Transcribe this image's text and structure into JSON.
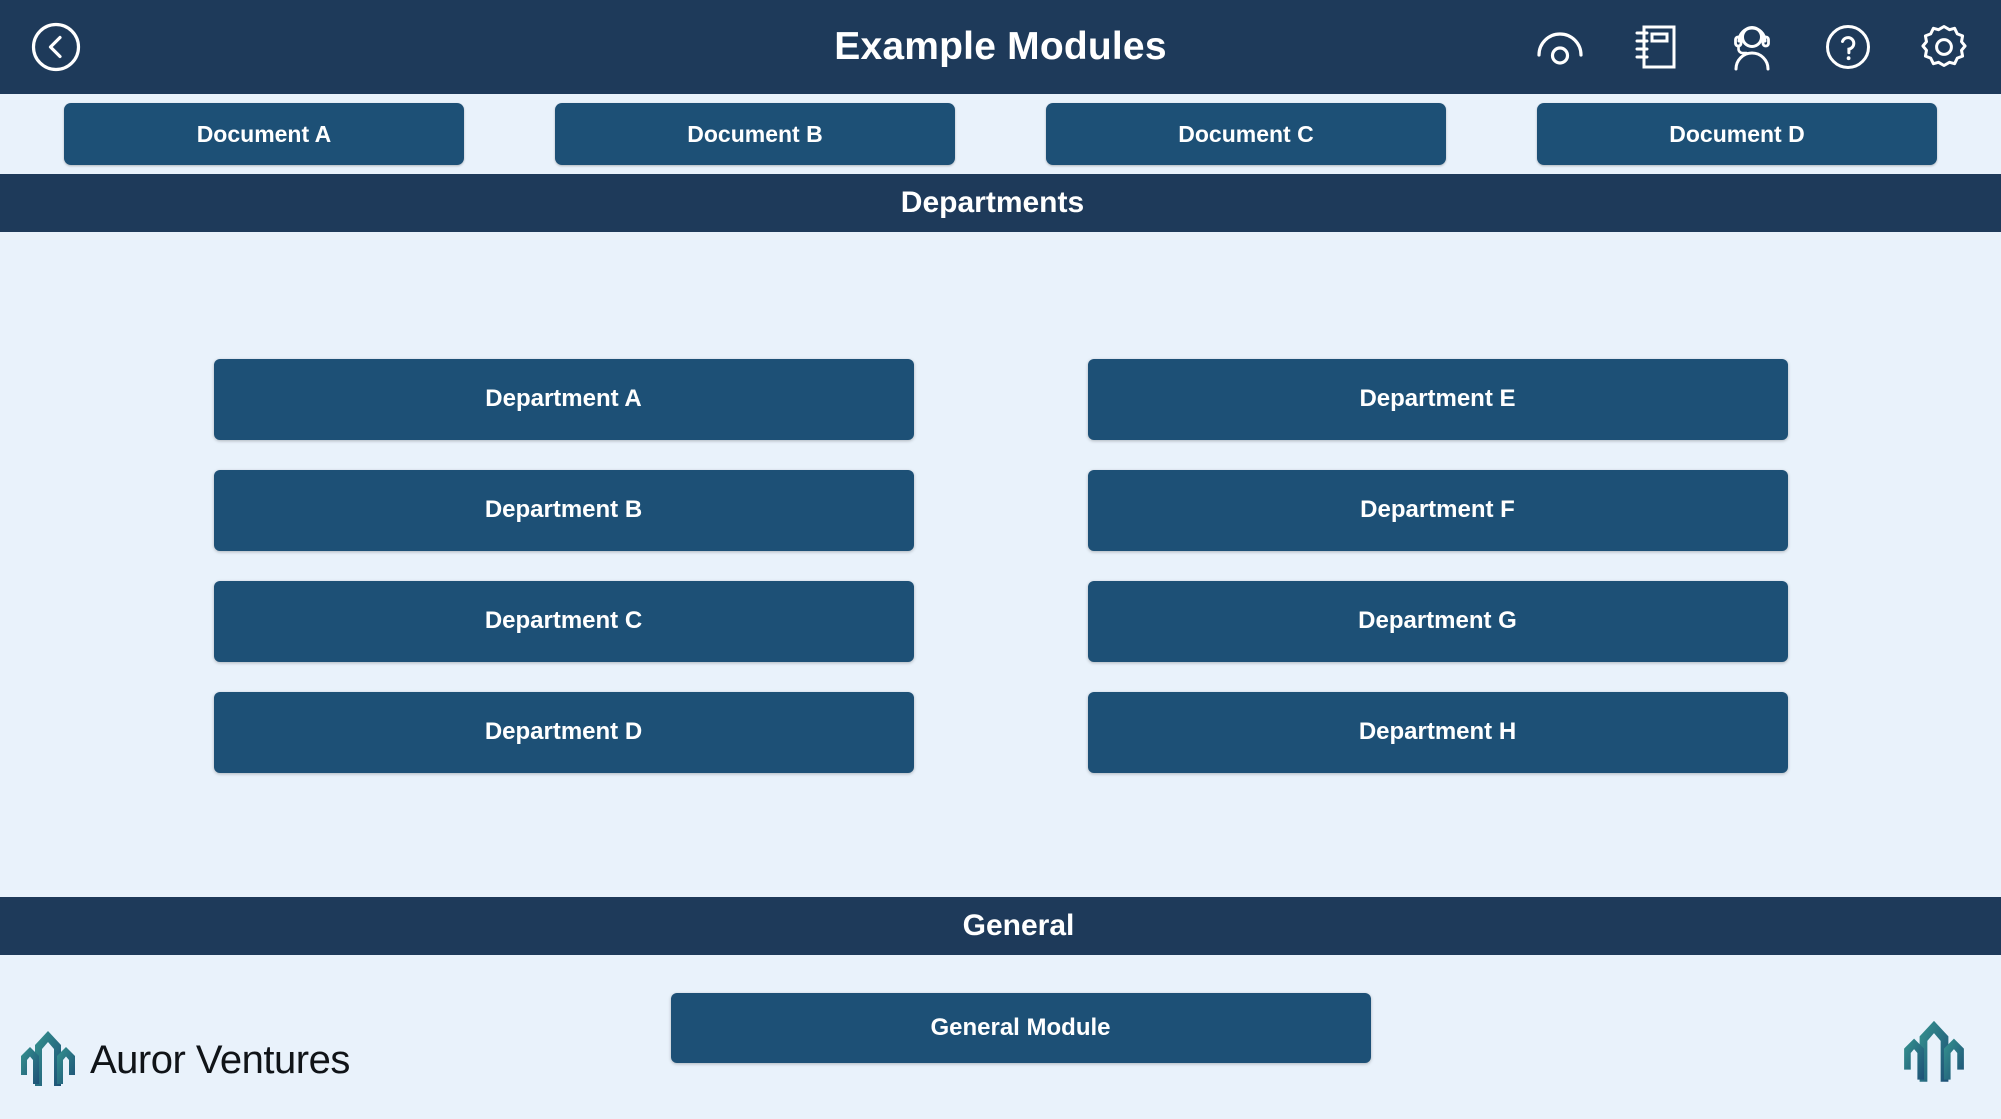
{
  "header": {
    "title": "Example Modules",
    "back_icon": "chevron-left-circle-icon",
    "icons": [
      {
        "name": "visibility-eye-icon",
        "label": "Visibility"
      },
      {
        "name": "notebook-icon",
        "label": "Notebook"
      },
      {
        "name": "support-agent-icon",
        "label": "Support"
      },
      {
        "name": "help-circle-icon",
        "label": "Help"
      },
      {
        "name": "gear-icon",
        "label": "Settings"
      }
    ]
  },
  "documents": {
    "items": [
      {
        "label": "Document A"
      },
      {
        "label": "Document B"
      },
      {
        "label": "Document C"
      },
      {
        "label": "Document D"
      }
    ]
  },
  "departments": {
    "section_title": "Departments",
    "items": [
      {
        "label": "Department A"
      },
      {
        "label": "Department E"
      },
      {
        "label": "Department B"
      },
      {
        "label": "Department F"
      },
      {
        "label": "Department C"
      },
      {
        "label": "Department G"
      },
      {
        "label": "Department D"
      },
      {
        "label": "Department H"
      }
    ]
  },
  "general": {
    "section_title": "General",
    "module_label": "General Module"
  },
  "brand": {
    "name": "Auror Ventures",
    "mark_icon": "auror-ventures-logo-icon"
  },
  "colors": {
    "header_navy": "#1e3a5a",
    "button_blue": "#1d5076",
    "page_background": "#e9f2fb",
    "text_on_dark": "#ffffff",
    "brand_text": "#101418",
    "logo_teal": "#2f8b8b",
    "logo_blue": "#1d5076"
  }
}
